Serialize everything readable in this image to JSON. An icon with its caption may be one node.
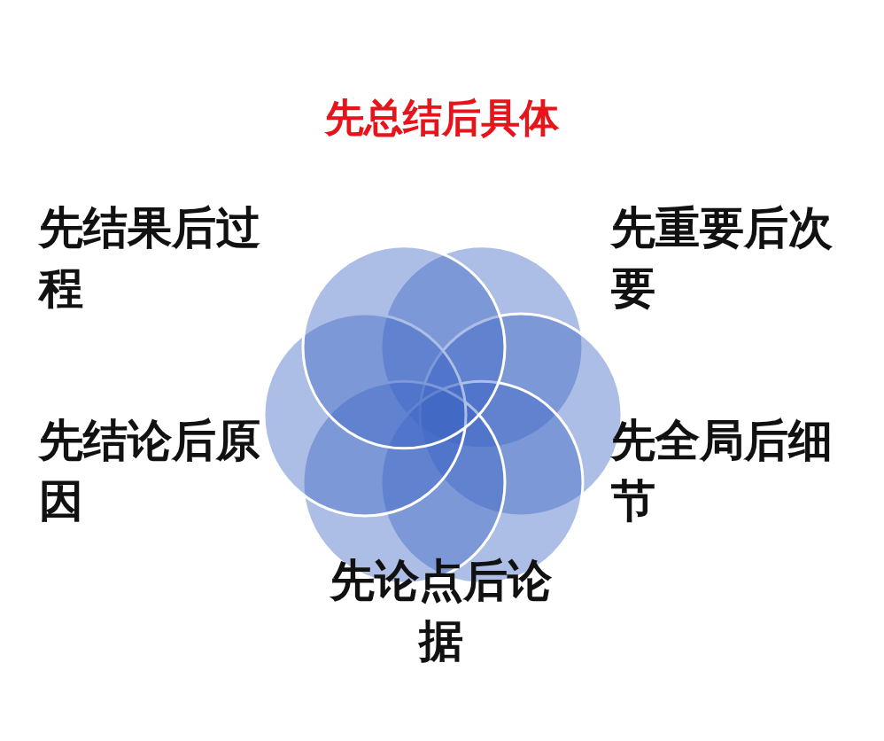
{
  "diagram": {
    "title": "先总结后具体",
    "labels": [
      "先结果后过程",
      "先重要后次要",
      "先结论后原因",
      "先全局后细节",
      "先论点后论据"
    ]
  }
}
